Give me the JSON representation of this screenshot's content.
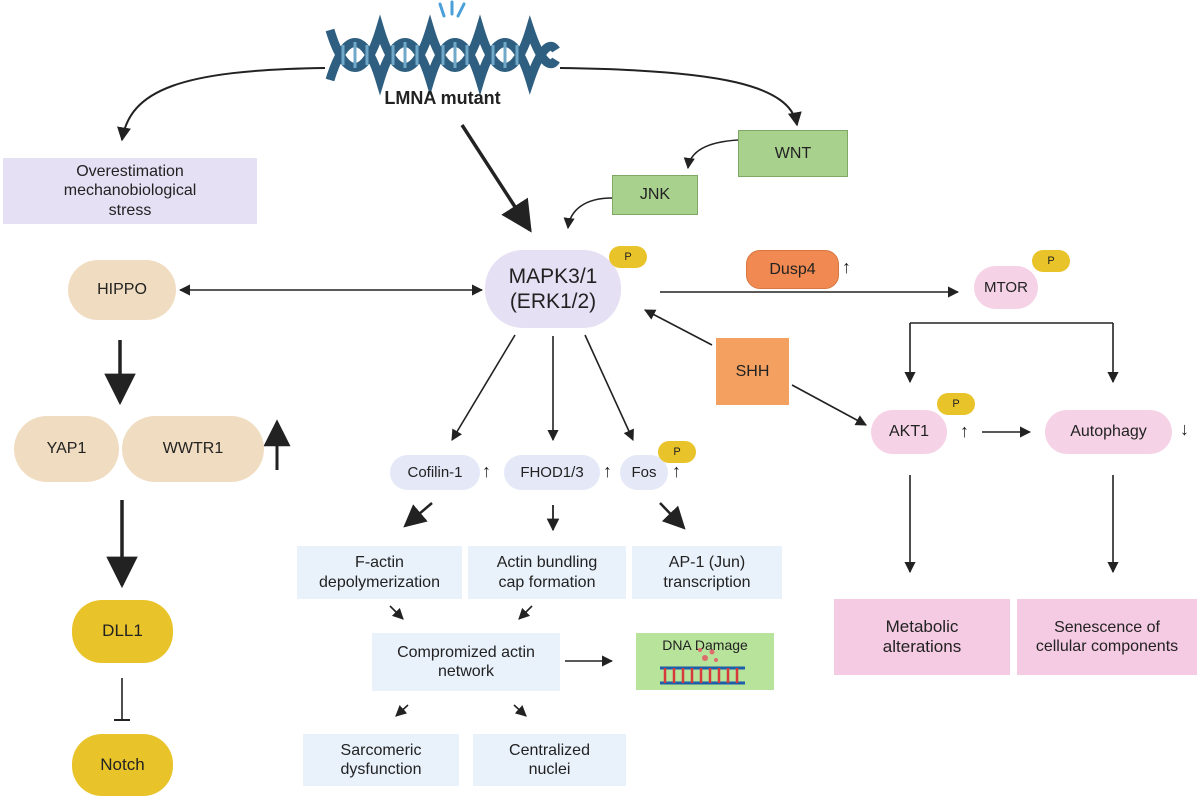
{
  "source": {
    "title": "LMNA mutant"
  },
  "left_branch": {
    "stress": "Overestimation mechanobiological stress",
    "hippo": "HIPPO",
    "yap1": "YAP1",
    "wwtr1": "WWTR1",
    "dll1": "DLL1",
    "notch": "Notch"
  },
  "right_top": {
    "wnt": "WNT",
    "jnk": "JNK"
  },
  "center": {
    "mapk": "MAPK3/1 (ERK1/2)",
    "phospho": "P",
    "cofilin": "Cofilin-1",
    "fhod": "FHOD1/3",
    "fos": "Fos",
    "factin": "F-actin depolymerization",
    "bundling": "Actin bundling cap formation",
    "ap1": "AP-1 (Jun) transcription",
    "compromised": "Compromized actin network",
    "dna_damage": "DNA Damage",
    "sarcomeric": "Sarcomeric dysfunction",
    "nuclei": "Centralized nuclei"
  },
  "right_branch": {
    "dusp4": "Dusp4",
    "mtor": "MTOR",
    "shh": "SHH",
    "akt1": "AKT1",
    "autophagy": "Autophagy",
    "metabolic": "Metabolic alterations",
    "senescence": "Senescence of cellular components"
  },
  "symbols": {
    "up": "↑",
    "down": "↓"
  }
}
